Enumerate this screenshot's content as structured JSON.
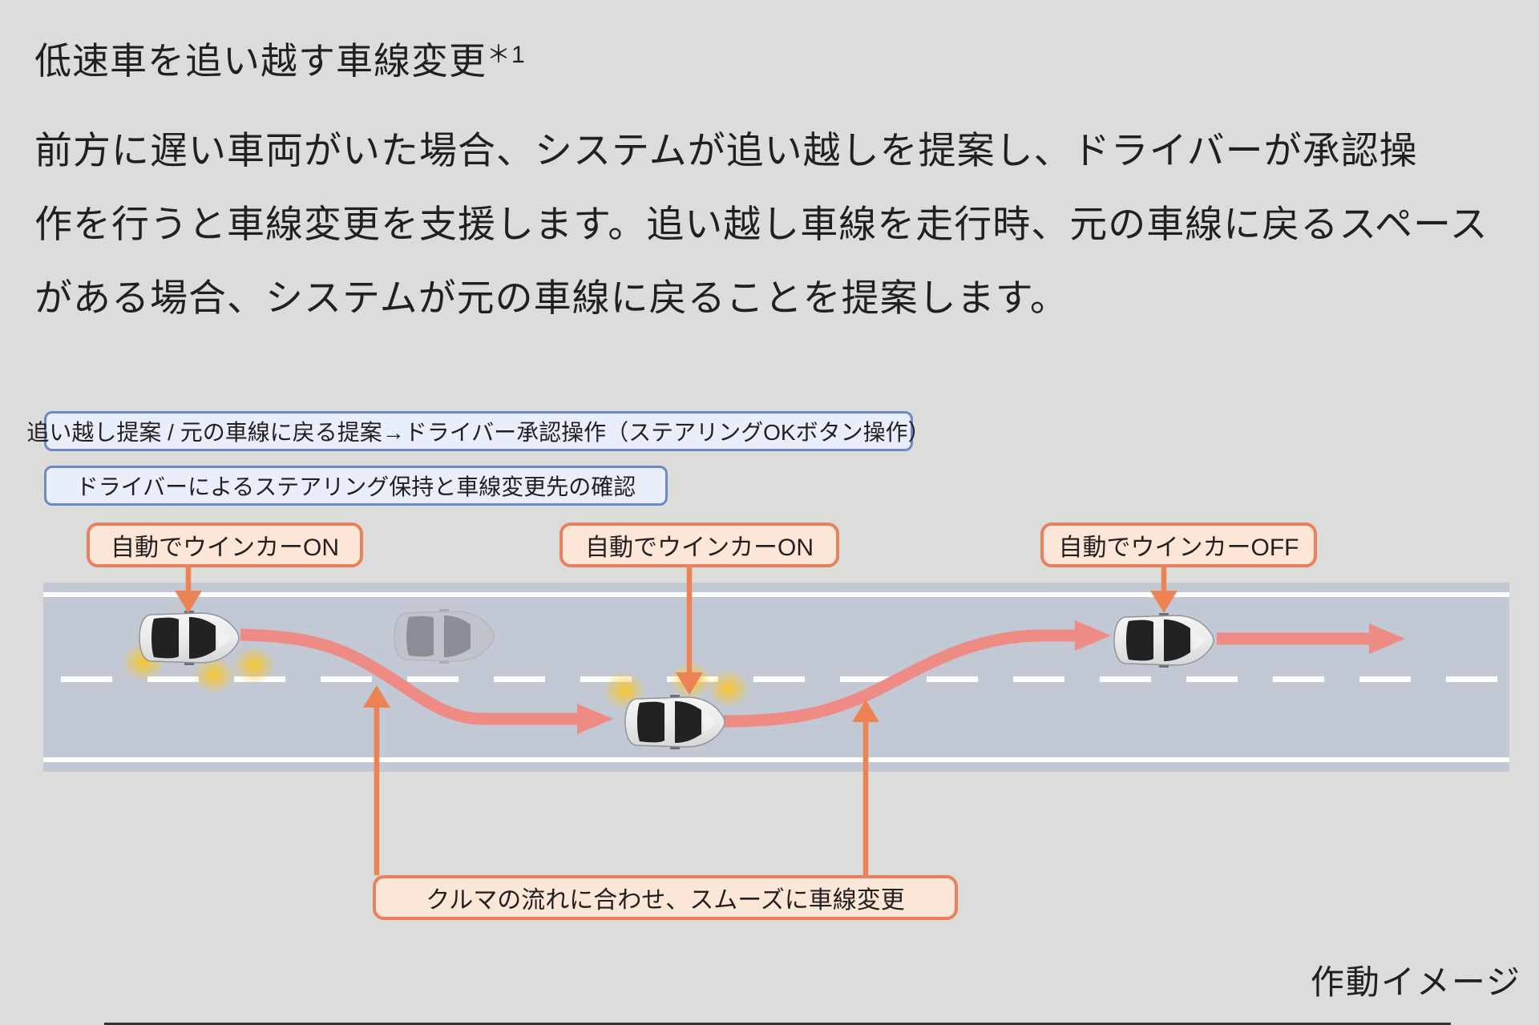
{
  "title": {
    "main": "低速車を追い越す車線変更",
    "note_ref": "＊1"
  },
  "description": {
    "line1": "前方に遅い車両がいた場合、システムが追い越しを提案し、ドライバーが承認操",
    "line2": "作を行うと車線変更を支援します。追い越し車線を走行時、元の車線に戻るスペース",
    "line3": "がある場合、システムが元の車線に戻ることを提案します。"
  },
  "callouts": {
    "approval_box": "追い越し提案 / 元の車線に戻る提案→ドライバー承認操作（ステアリングOKボタン操作）",
    "steering_box": "ドライバーによるステアリング保持と車線変更先の確認",
    "winker_on_left": "自動でウインカーON",
    "winker_on_middle": "自動でウインカーON",
    "winker_off_right": "自動でウインカーOFF",
    "smooth_change_box": "クルマの流れに合わせ、スムーズに車線変更"
  },
  "diagram": {
    "caption": "作動イメージ",
    "cars": [
      "ego-car-start-lane",
      "slow-car-ahead",
      "ego-car-overtaking-lane",
      "ego-car-returned-lane"
    ]
  },
  "colors": {
    "background": "#dcdcdb",
    "text": "#231f20",
    "road": "#c2c8d4",
    "lane_line": "#ffffff",
    "path_pink": "#ee8b85",
    "connector_orange": "#ed8253",
    "orange_box_border": "#e8815d",
    "orange_box_fill": "#fbe6d8",
    "blue_box_border": "#6c89c4",
    "blue_box_fill": "#e9effa",
    "indicator_yellow": "#f9c626"
  }
}
